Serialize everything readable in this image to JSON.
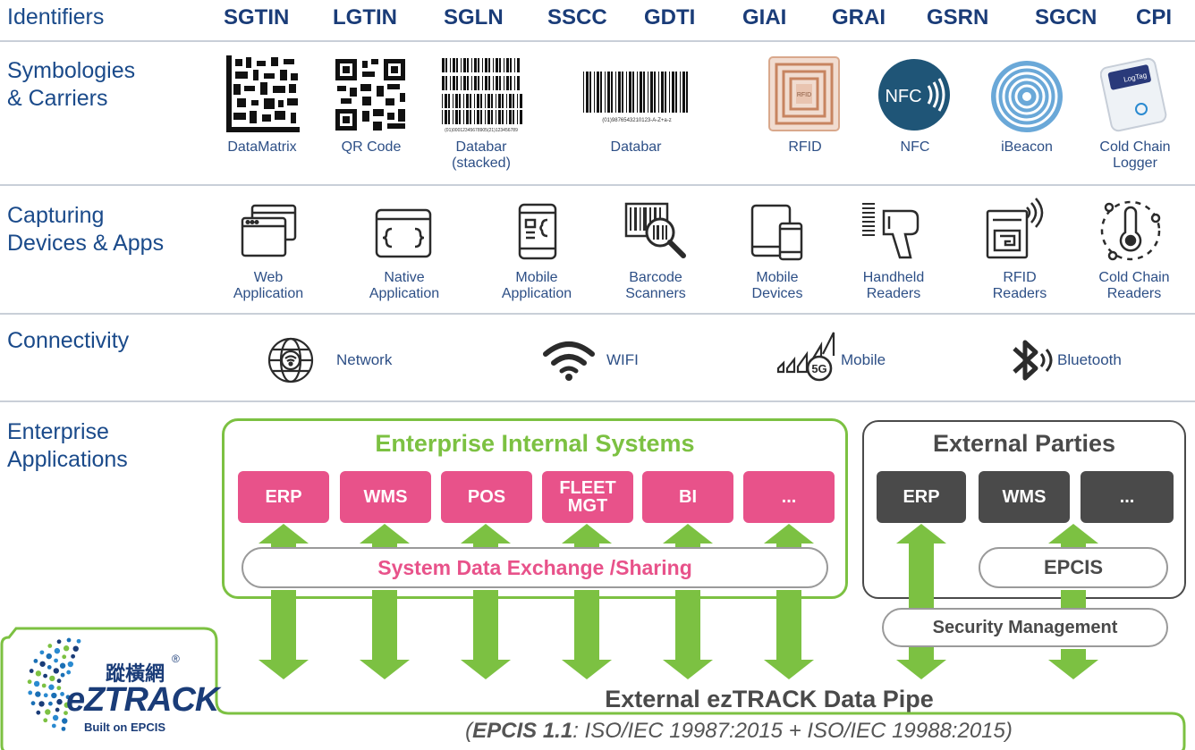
{
  "rows": {
    "identifiers": "Identifiers",
    "symbologies": "Symbologies\n& Carriers",
    "capturing": "Capturing\nDevices & Apps",
    "connectivity": "Connectivity",
    "enterprise": "Enterprise\nApplications"
  },
  "identifiers": [
    "SGTIN",
    "LGTIN",
    "SGLN",
    "SSCC",
    "GDTI",
    "GIAI",
    "GRAI",
    "GSRN",
    "SGCN",
    "CPI"
  ],
  "carriers": [
    "DataMatrix",
    "QR Code",
    "Databar\n(stacked)",
    "Databar",
    "RFID",
    "NFC",
    "iBeacon",
    "Cold Chain\nLogger"
  ],
  "carrier_graphics": {
    "databar_stacked_text": "(01)00012345678905(21)123456789",
    "databar_text": "(01)9876543210123-A-Z+a-z",
    "rfid_chip": "RFID",
    "nfc_text": "NFC",
    "logger_brand": "LogTag"
  },
  "devices": [
    "Web\nApplication",
    "Native\nApplication",
    "Mobile\nApplication",
    "Barcode\nScanners",
    "Mobile\nDevices",
    "Handheld\nReaders",
    "RFID\nReaders",
    "Cold Chain\nReaders"
  ],
  "connectivity": {
    "network": "Network",
    "wifi": "WIFI",
    "mobile": "Mobile",
    "mobile_badge": "5G",
    "bluetooth": "Bluetooth"
  },
  "internal": {
    "title": "Enterprise Internal Systems",
    "systems": [
      "ERP",
      "WMS",
      "POS",
      "FLEET\nMGT",
      "BI",
      "..."
    ],
    "exchange": "System Data Exchange /Sharing"
  },
  "external": {
    "title": "External Parties",
    "systems": [
      "ERP",
      "WMS",
      "..."
    ],
    "epcis": "EPCIS",
    "security": "Security Management"
  },
  "pipe": {
    "title": "External ezTRACK Data Pipe",
    "subtitle_bold": "EPCIS 1.1",
    "subtitle_rest": ": ISO/IEC 19987:2015 + ISO/IEC 19988:2015)",
    "subtitle_open": "("
  },
  "logo": {
    "chinese": "蹤橫網",
    "reg": "®",
    "brand": "eZTRACK",
    "tagline": "Built on EPCIS"
  },
  "colors": {
    "navy": "#1a3c78",
    "pink": "#e8528a",
    "green": "#7cc142",
    "dark": "#4a4a4a"
  }
}
